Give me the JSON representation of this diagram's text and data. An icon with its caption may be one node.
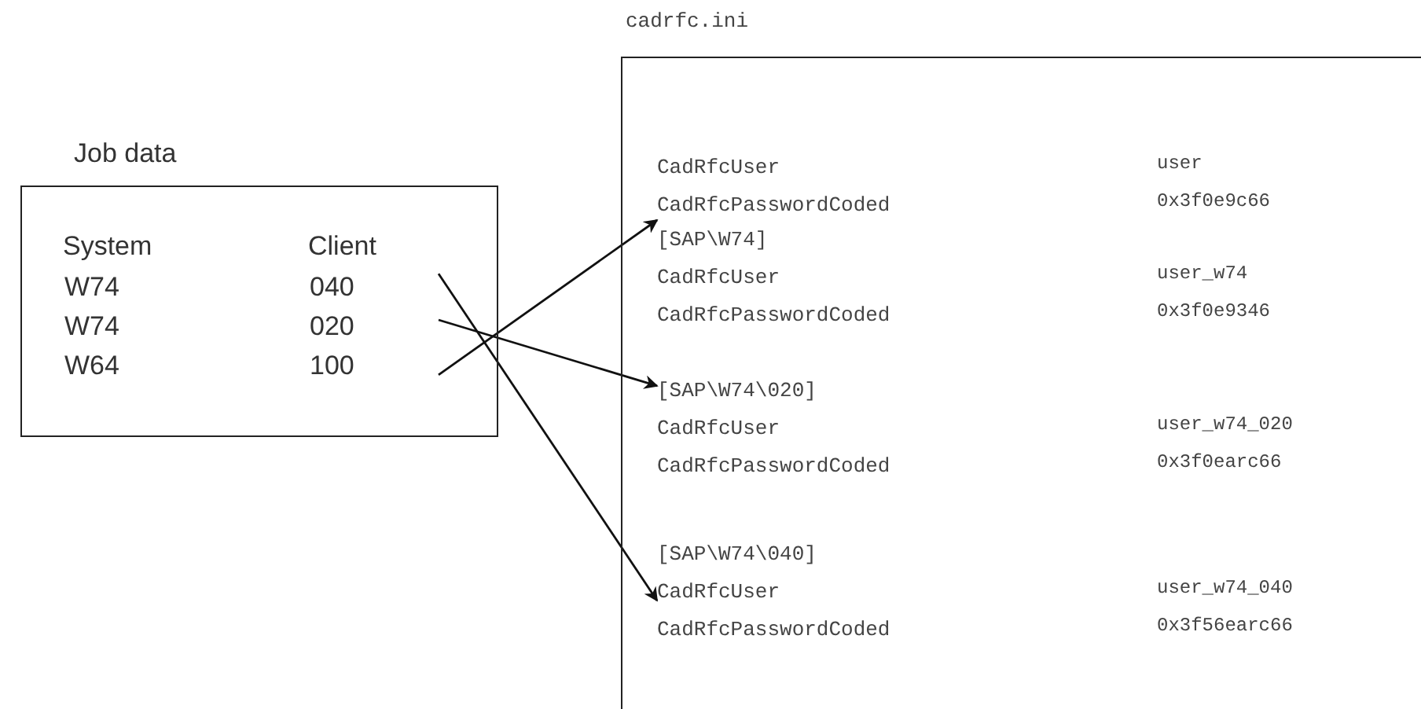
{
  "diagram": {
    "nodes": [
      {
        "text": [
          "Job data"
        ]
      },
      {
        "text": [
          "W74",
          "040"
        ],
        "in": 0
      },
      {
        "text": [
          "W74",
          "020"
        ],
        "in": 0
      },
      {
        "text": [
          "W64",
          "100"
        ],
        "in": 0
      },
      {
        "text": [
          "cadrfc.ini"
        ]
      },
      {
        "text": [
          "CadRfcUser",
          "user",
          "CadRfcPasswordCoded",
          "0x3f0e9c66"
        ],
        "in": 4
      },
      {
        "text": [
          "[SAP\\W74]",
          "CadRfcUser",
          "user_w74",
          "CadRfcPasswordCoded",
          "0x3f0e9346"
        ],
        "in": 4
      },
      {
        "text": [
          "[SAP\\W74\\020]",
          "CadRfcUser",
          "user_w74_020",
          "CadRfcPasswordCoded",
          "0x3f0earc66"
        ],
        "in": 4
      },
      {
        "text": [
          "[SAP\\W74\\040]",
          "CadRfcUser",
          "user_w74_040",
          "CadRfcPasswordCoded",
          "0x3f56earc66"
        ],
        "in": 4
      }
    ],
    "edges": [
      {
        "from": 3,
        "to": 5,
        "arrow": "to"
      },
      {
        "from": 2,
        "to": 7,
        "arrow": "to"
      },
      {
        "from": 1,
        "to": 8,
        "arrow": "to"
      }
    ],
    "labels": [
      "System",
      "Client"
    ]
  }
}
